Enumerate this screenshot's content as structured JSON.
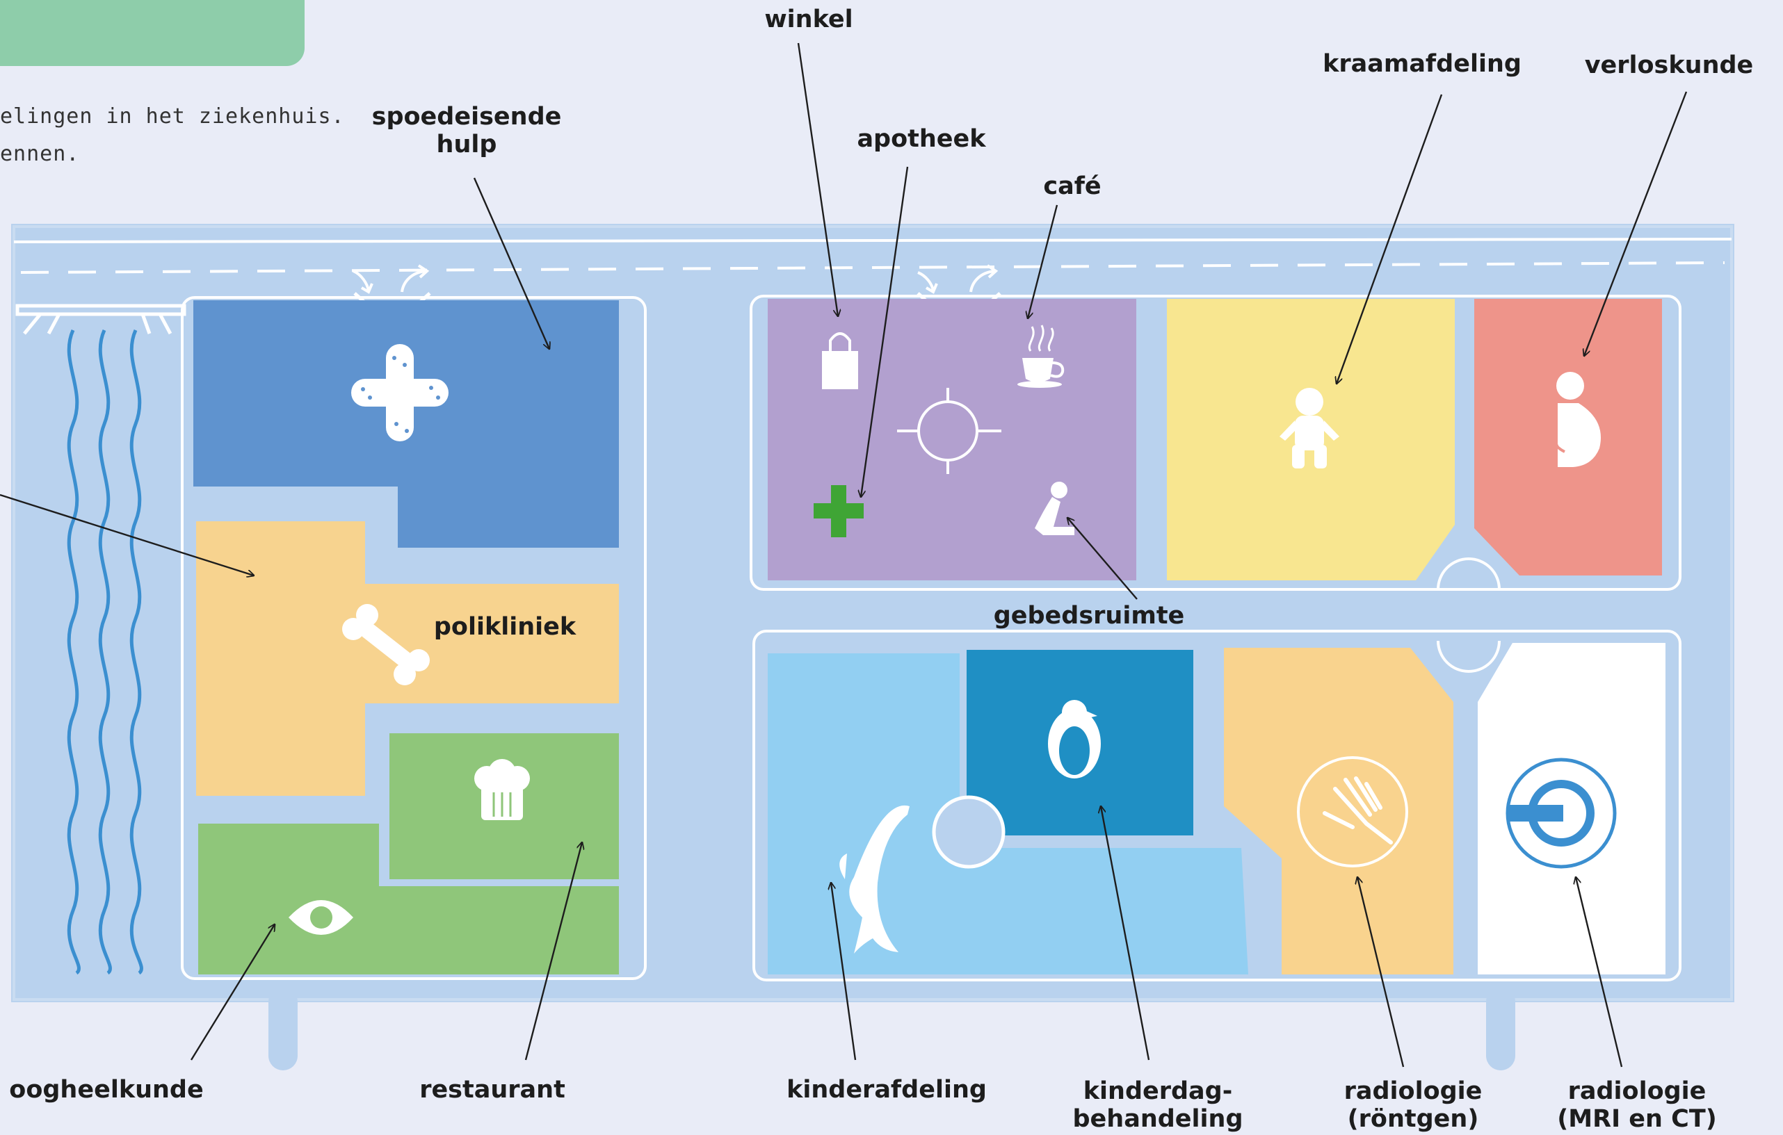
{
  "intro": {
    "line1": "elingen in het ziekenhuis.",
    "line2": "ennen."
  },
  "labels": {
    "winkel": "winkel",
    "spoedeisende_hulp_1": "spoedeisende",
    "spoedeisende_hulp_2": "hulp",
    "apotheek": "apotheek",
    "cafe": "café",
    "kraamafdeling": "kraamafdeling",
    "verloskunde": "verloskunde",
    "polikliniek": "polikliniek",
    "gebedsruimte": "gebedsruimte",
    "oogheelkunde": "oogheelkunde",
    "restaurant": "restaurant",
    "kinderafdeling": "kinderafdeling",
    "kinderdag_1": "kinderdag-",
    "kinderdag_2": "behandeling",
    "radiologie_rontgen_1": "radiologie",
    "radiologie_rontgen_2": "(röntgen)",
    "radiologie_mri_1": "radiologie",
    "radiologie_mri_2": "(MRI en CT)"
  },
  "colors": {
    "background": "#e9ecf7",
    "building": "#b9d2ee",
    "spoedeisende_hulp": "#5f93cf",
    "polikliniek": "#f7d38f",
    "restaurant": "#8fc67a",
    "oogheelkunde": "#8fc67a",
    "winkel_zone": "#b2a0cf",
    "kraamafdeling": "#f8e690",
    "verloskunde": "#ee948a",
    "kinderafdeling": "#92cff2",
    "kinderdagbehandeling": "#1f8fc4",
    "radiologie_rontgen": "#f9d38e",
    "radiologie_mri": "#ffffff",
    "apotheek_cross": "#3fa535",
    "water": "#3b8fd0"
  },
  "icons": [
    "bandage-icon",
    "bone-icon",
    "chef-hat-icon",
    "eye-icon",
    "shopping-bag-icon",
    "coffee-cup-icon",
    "compass-icon",
    "pharmacy-cross-icon",
    "praying-person-icon",
    "baby-icon",
    "pregnant-woman-icon",
    "dolphin-icon",
    "penguin-icon",
    "xray-hand-icon",
    "mri-scanner-icon"
  ]
}
